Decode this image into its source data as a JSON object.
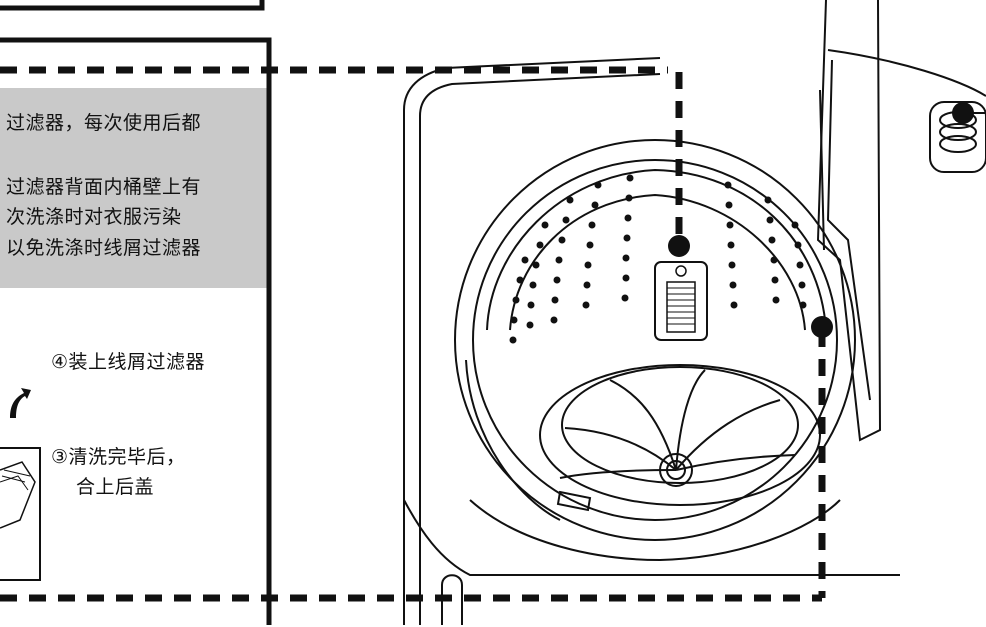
{
  "instructions": {
    "notes": [
      "过滤器，每次使用后都",
      "过滤器背面内桶壁上有",
      "次洗涤时对衣服污染",
      "以免洗涤时线屑过滤器"
    ],
    "step4": "④装上线屑过滤器",
    "step3_line1": "③清洗完毕后，",
    "step3_line2": "合上后盖"
  },
  "colors": {
    "panel_bg": "#c9c9c9",
    "line": "#111111"
  },
  "icons": [
    "curved-arrow-icon",
    "lint-filter-icon",
    "washing-machine-illustration",
    "pointer-dot-icon"
  ]
}
